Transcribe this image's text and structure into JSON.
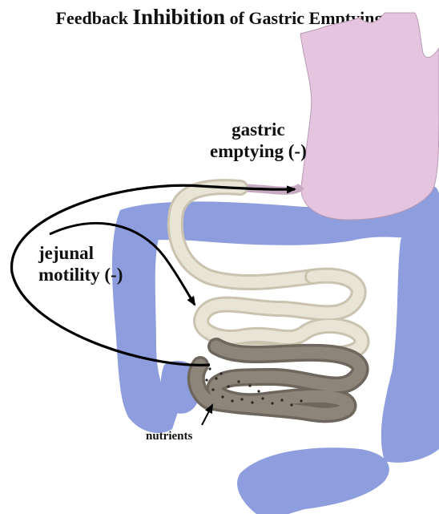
{
  "title": {
    "part1": "Feedback ",
    "part2": "Inhibition",
    "part3": " of Gastric Emptying"
  },
  "labels": {
    "gastric_line1": "gastric",
    "gastric_line2": "emptying (-)",
    "jejunal_line1": "jejunal",
    "jejunal_line2": "motility (-)",
    "nutrients": "nutrients"
  },
  "colors": {
    "stomach": "#e5c4e0",
    "colon": "#8d9ddd",
    "small_intestine": "#e9e5d6",
    "ileum": "#8e857a",
    "arrow": "#000000"
  }
}
